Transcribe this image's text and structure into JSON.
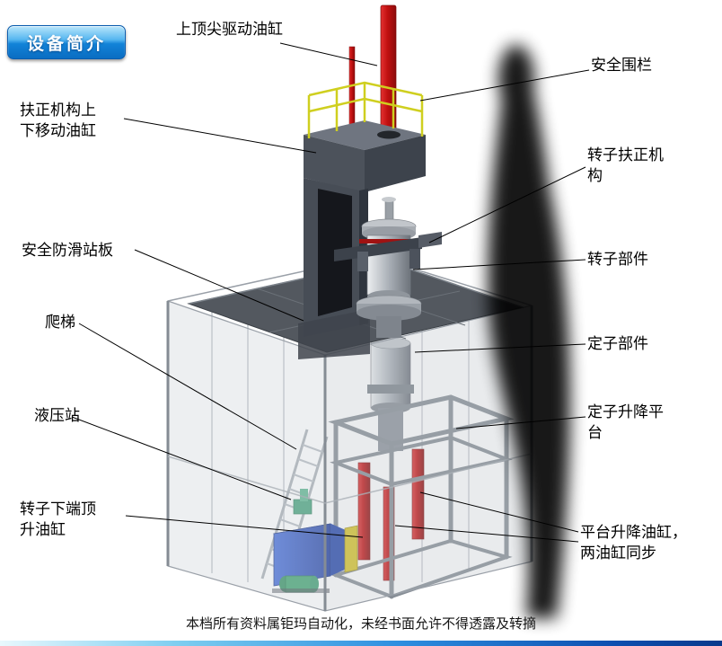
{
  "badge": {
    "label": "设备简介"
  },
  "callouts": {
    "top_spindle_cylinder": "上顶尖驱动油缸",
    "safety_fence": "安全围栏",
    "centering_updown_cylinder": "扶正机构上下移动油缸",
    "rotor_centering_mechanism": "转子扶正机构",
    "anti_slip_platform": "安全防滑站板",
    "rotor_component": "转子部件",
    "ladder": "爬梯",
    "stator_component": "定子部件",
    "hydraulic_station": "液压站",
    "stator_lift_platform": "定子升降平台",
    "rotor_bottom_jack_cylinder": "转子下端顶升油缸",
    "platform_lift_cylinders": "平台升降油缸，两油缸同步"
  },
  "footer": {
    "text": "本档所有资料属钜玛自动化，未经书面允许不得透露及转摘"
  },
  "colors": {
    "cylinder_red": "#c01010",
    "railing_yellow": "#cfcf1f",
    "hydraulic_blue": "#2b4cb0",
    "badge_blue": "#1283d8",
    "platform_gray": "#53585f"
  }
}
